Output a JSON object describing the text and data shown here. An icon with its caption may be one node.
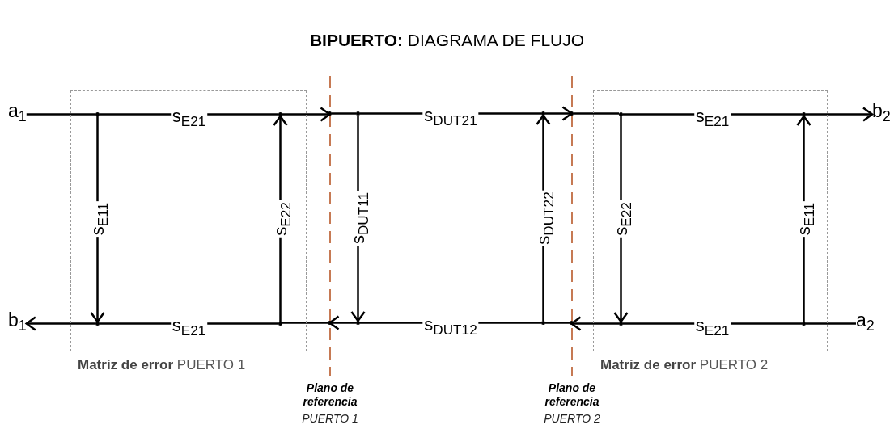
{
  "diagram": {
    "title": "**BIPUERTO:** DIAGRAMA DE FLUJO",
    "nodes": [
      {
        "text": [
          "a$_{1}$"
        ]
      },
      {
        "text": [
          "b$_{1}$"
        ]
      },
      {
        "text": [
          "**Matriz de error** PUERTO 1"
        ]
      },
      {
        "text": [],
        "shape": "dot",
        "in": 2
      },
      {
        "text": [],
        "shape": "dot",
        "in": 2
      },
      {
        "text": [],
        "shape": "dot",
        "in": 2
      },
      {
        "text": [],
        "shape": "dot",
        "in": 2
      },
      {
        "text": [],
        "shape": "dot"
      },
      {
        "text": [],
        "shape": "dot"
      },
      {
        "text": [],
        "shape": "dot"
      },
      {
        "text": [],
        "shape": "dot"
      },
      {
        "text": [],
        "shape": "dot"
      },
      {
        "text": [],
        "shape": "dot"
      },
      {
        "text": [],
        "shape": "dot"
      },
      {
        "text": [],
        "shape": "dot"
      },
      {
        "text": [
          "**Matriz de error** PUERTO 2"
        ]
      },
      {
        "text": [],
        "shape": "dot",
        "in": 15
      },
      {
        "text": [],
        "shape": "dot",
        "in": 15
      },
      {
        "text": [],
        "shape": "dot",
        "in": 15
      },
      {
        "text": [],
        "shape": "dot",
        "in": 15
      },
      {
        "text": [
          "b$_{2}$"
        ]
      },
      {
        "text": [
          "a$_{2}$"
        ]
      }
    ],
    "edges": [
      {
        "from": 0,
        "to": 3,
        "arrow": "none"
      },
      {
        "from": 3,
        "to": 4,
        "arrow": "none",
        "label": "s$_{E21}$"
      },
      {
        "from": 4,
        "to": 7,
        "arrow": "to"
      },
      {
        "from": 7,
        "to": 9,
        "arrow": "none"
      },
      {
        "from": 9,
        "to": 10,
        "arrow": "none",
        "label": "s$_{DUT21}$"
      },
      {
        "from": 10,
        "to": 13,
        "arrow": "to"
      },
      {
        "from": 13,
        "to": 16,
        "arrow": "none"
      },
      {
        "from": 16,
        "to": 17,
        "arrow": "none",
        "label": "s$_{E21}$"
      },
      {
        "from": 17,
        "to": 20,
        "arrow": "to"
      },
      {
        "from": 3,
        "to": 5,
        "arrow": "to",
        "label": "s$_{E11}$"
      },
      {
        "from": 6,
        "to": 4,
        "arrow": "to",
        "label": "s$_{E22}$"
      },
      {
        "from": 9,
        "to": 11,
        "arrow": "to",
        "label": "s$_{DUT11}$"
      },
      {
        "from": 12,
        "to": 10,
        "arrow": "to",
        "label": "s$_{DUT22}$"
      },
      {
        "from": 16,
        "to": 18,
        "arrow": "to",
        "label": "s$_{E22}$"
      },
      {
        "from": 19,
        "to": 17,
        "arrow": "to",
        "label": "s$_{E11}$"
      },
      {
        "from": 21,
        "to": 19,
        "arrow": "none"
      },
      {
        "from": 19,
        "to": 18,
        "arrow": "none",
        "label": "s$_{E21}$"
      },
      {
        "from": 18,
        "to": 14,
        "arrow": "to"
      },
      {
        "from": 14,
        "to": 12,
        "arrow": "none"
      },
      {
        "from": 12,
        "to": 11,
        "arrow": "none",
        "label": "s$_{DUT12}$"
      },
      {
        "from": 11,
        "to": 8,
        "arrow": "to"
      },
      {
        "from": 8,
        "to": 6,
        "arrow": "none"
      },
      {
        "from": 6,
        "to": 5,
        "arrow": "none",
        "label": "s$_{E21}$"
      },
      {
        "from": 5,
        "to": 1,
        "arrow": "to"
      }
    ],
    "labels": [
      "Plano de referencia",
      "PUERTO 1",
      "Plano de referencia",
      "PUERTO 2"
    ]
  }
}
